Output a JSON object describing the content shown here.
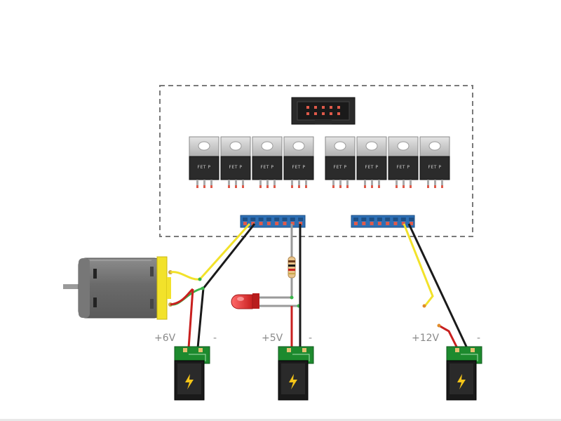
{
  "labels": {
    "plus6v": "+6V",
    "minus1": "-",
    "plus5v": "+5V",
    "minus2": "-",
    "plus12v": "+12V",
    "minus3": "-"
  },
  "fet": {
    "text": "FET P",
    "count": 8
  },
  "colors": {
    "board_outline": "#7a7a7a",
    "header": "#2a2a2a",
    "header_pin": "#e05a4a",
    "terminal_block": "#2d6fb5",
    "wire_yellow": "#f2e22a",
    "wire_black": "#1a1a1a",
    "wire_red": "#c8201f",
    "wire_green": "#39b54a",
    "wire_grey": "#9a9a9a",
    "motor_body": "#6b6b6b",
    "motor_cap": "#f2e22a",
    "led": "#e03030",
    "jack_pcb": "#1d8a2e",
    "power_icon": "#f5c518"
  },
  "icons": [
    "motor-icon",
    "led-icon",
    "resistor-icon",
    "power-jack-icon",
    "fet-icon",
    "idc-header-icon"
  ]
}
